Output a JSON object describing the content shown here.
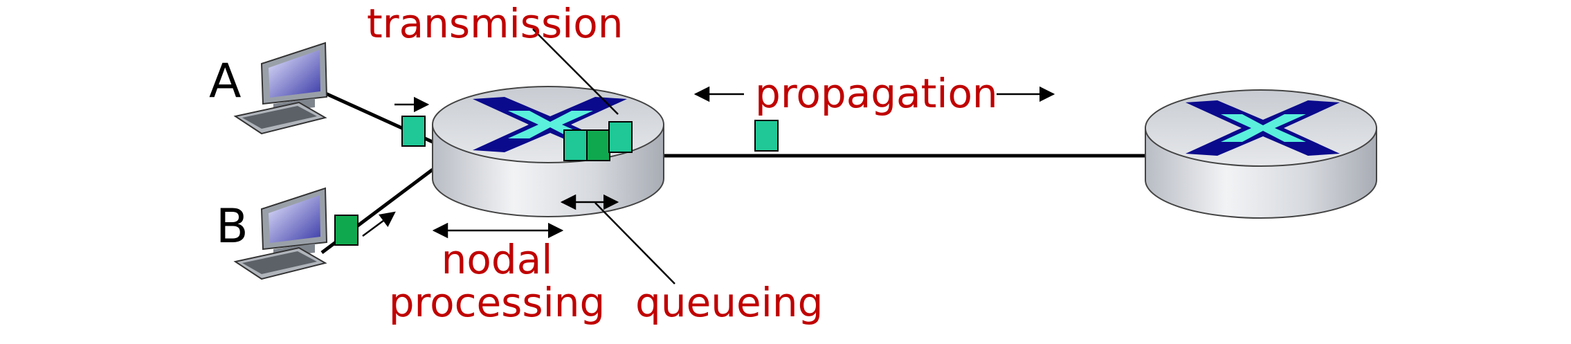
{
  "hosts": {
    "a": "A",
    "b": "B"
  },
  "labels": {
    "transmission": "transmission",
    "propagation": "propagation",
    "nodal_line1": "nodal",
    "nodal_line2": "processing",
    "queueing": "queueing"
  },
  "colors": {
    "label": "#c00000",
    "packet_light": "#1fc896",
    "packet_dark": "#0fa84e",
    "router_x": "#0a0a8c",
    "router_x_inner": "#5af0dc"
  }
}
